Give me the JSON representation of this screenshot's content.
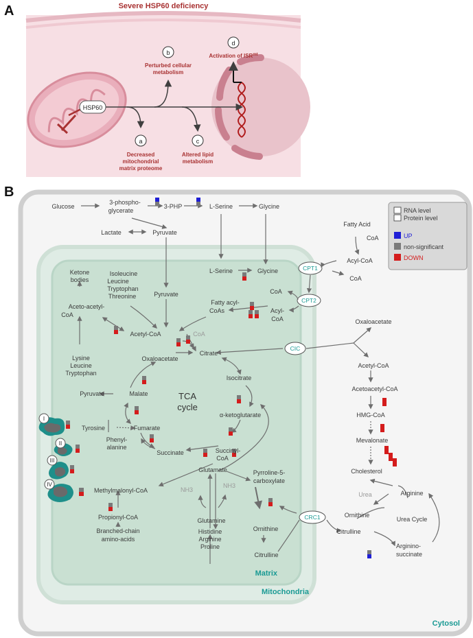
{
  "panelA": {
    "label": "A",
    "title": "Severe HSP60 deficiency",
    "protein": "HSP60",
    "effects": [
      {
        "letter": "a",
        "text": [
          "Decreased",
          "mitochondrial",
          "matrix proteome"
        ]
      },
      {
        "letter": "b",
        "text": [
          "Perturbed cellular",
          "metabolism"
        ]
      },
      {
        "letter": "c",
        "text": [
          "Altered lipid",
          "metabolism"
        ]
      },
      {
        "letter": "d",
        "text": [
          "Activation of ISR",
          "mt"
        ]
      }
    ]
  },
  "panelB": {
    "label": "B",
    "compartments": {
      "cytosol": "Cytosol",
      "mitochondria": "Mitochondria",
      "matrix": "Matrix"
    },
    "tca": [
      "TCA",
      "cycle"
    ],
    "legend": {
      "rna": "RNA level",
      "protein": "Protein level",
      "up": "UP",
      "ns": "non-significant",
      "down": "DOWN",
      "colors": {
        "up": "#1f1fd6",
        "ns": "#7a7a7a",
        "down": "#d41c1c"
      }
    },
    "complexes": [
      "I",
      "II",
      "III",
      "IV"
    ],
    "transporters": {
      "cpt1": "CPT1",
      "cpt2": "CPT2",
      "cic": "CIC",
      "crc1": "CRC1"
    },
    "metabolites": {
      "glucose": "Glucose",
      "phosphoglycerate": [
        "3-phospho-",
        "glycerate"
      ],
      "php": "3-PHP",
      "lserine_c": "L-Serine",
      "glycine_c": "Glycine",
      "lactate": "Lactate",
      "pyruvate_c": "Pyruvate",
      "fattyacid": "Fatty Acid",
      "coa1": "CoA",
      "acylcoa_c": "Acyl-CoA",
      "coa2": "CoA",
      "lserine_m": "L-Serine",
      "glycine_m": "Glycine",
      "coa3": "CoA",
      "acylcoa_m": [
        "Acyl-",
        "CoA"
      ],
      "ketone": [
        "Ketone",
        "bodies"
      ],
      "acetoacetylcoa": [
        "Aceto-acetyl-",
        "CoA"
      ],
      "aminoacids1": [
        "Isoleucine",
        "Leucine",
        "Tryptophan",
        "Threonine"
      ],
      "pyruvate_m": "Pyruvate",
      "fattyacylcoas": [
        "Fatty acyl-",
        "CoAs"
      ],
      "acetylcoa_m": "Acetyl-CoA",
      "coa4": "CoA",
      "citrate": "Citrate",
      "oxaloacetate_c": "Oxaloacetate",
      "aminoacids2": [
        "Lysine",
        "Leucine",
        "Tryptophan"
      ],
      "oxaloacetate_m": "Oxaloacetate",
      "isocitrate": "Isocitrate",
      "acetylcoa_c": "Acetyl-CoA",
      "pyruvate_m2": "Pyruvate",
      "malate": "Malate",
      "acetoacetylcoa_c": "Acetoacetyl-CoA",
      "akg": "α-ketoglutarate",
      "hmgcoa": "HMG-CoA",
      "tyrosine": "Tyrosine",
      "fumarate": "Fumarate",
      "mevalonate": "Mevalonate",
      "phenylalanine": [
        "Phenyl-",
        "alanine"
      ],
      "succinate": "Succinate",
      "succinylcoa": [
        "Succinyl-",
        "CoA"
      ],
      "cholesterol": "Cholesterol",
      "glutamate": "Glutamate",
      "p5c": [
        "Pyrroline-5-",
        "carboxylate"
      ],
      "methylmalonyl": "Methylmalonyl-CoA",
      "nh3a": "NH3",
      "nh3b": "NH3",
      "urea": "Urea",
      "arginine": "Arginine",
      "propionylcoa": "Propionyl-CoA",
      "glutamine": "Glutamine",
      "ornithine_m": "Ornithine",
      "ornithine_c": "Ornithine",
      "ureacycle": "Urea Cycle",
      "bcaa": [
        "Branched-chain",
        "amino-acids"
      ],
      "aminoacids3": [
        "Histidine",
        "Arginine",
        "Proline"
      ],
      "citrulline_m": "Citrulline",
      "citrulline_c": "Citrulline",
      "argsucc": [
        "Arginino-",
        "succinate"
      ]
    }
  }
}
